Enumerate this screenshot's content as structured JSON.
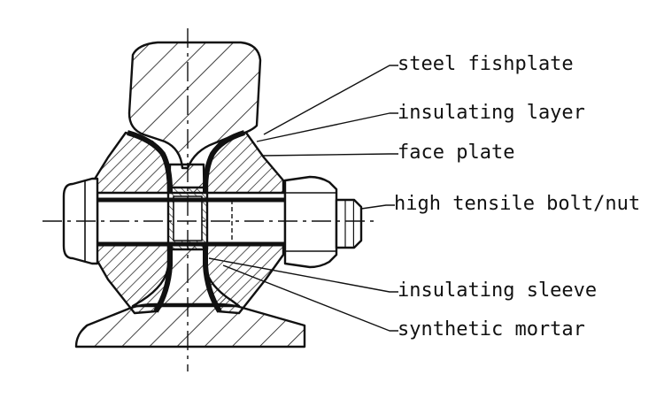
{
  "labels": {
    "steel_fishplate": "steel fishplate",
    "insulating_layer": "insulating layer",
    "face_plate": "face plate",
    "bolt_nut": "high tensile bolt/nut",
    "insulating_sleeve": "insulating sleeve",
    "synthetic_mortar": "synthetic mortar"
  },
  "colors": {
    "ink": "#111111",
    "background": "#ffffff"
  }
}
